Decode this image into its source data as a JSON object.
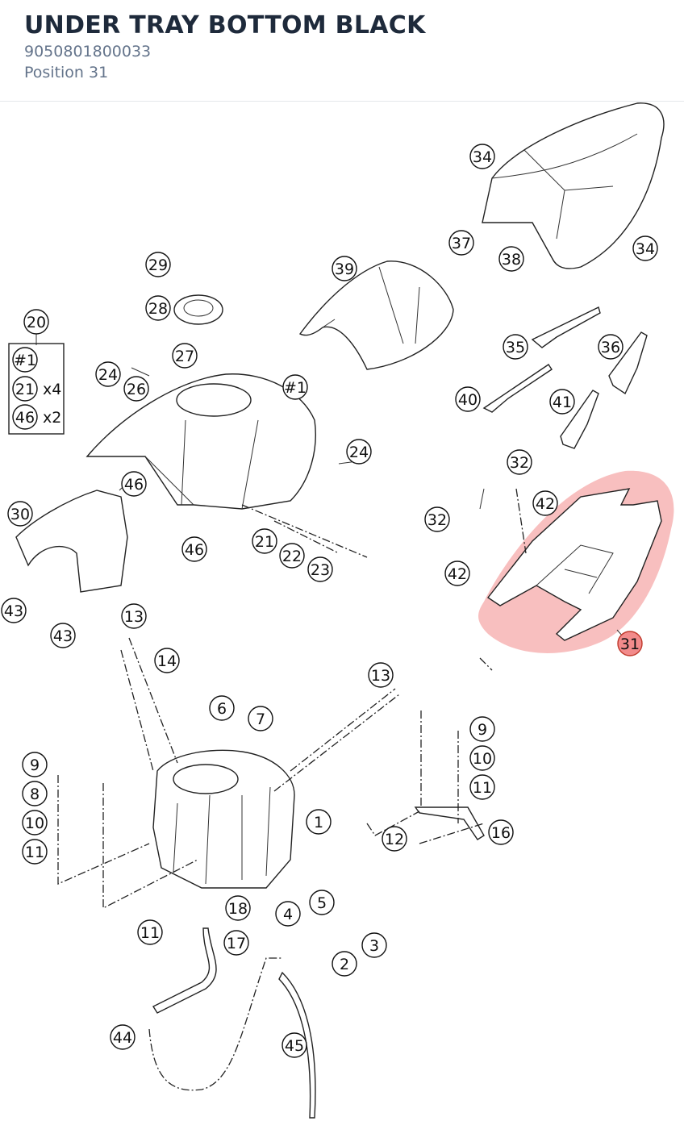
{
  "part": {
    "title": "UNDER TRAY BOTTOM BLACK",
    "number": "9050801800033",
    "position": "Position 31"
  },
  "diagram": {
    "highlight_color": "#f28b8b",
    "callouts": [
      {
        "id": "c34a",
        "text": "34"
      },
      {
        "id": "c34b",
        "text": "34"
      },
      {
        "id": "c37",
        "text": "37"
      },
      {
        "id": "c38",
        "text": "38"
      },
      {
        "id": "c39",
        "text": "39"
      },
      {
        "id": "c29",
        "text": "29"
      },
      {
        "id": "c28",
        "text": "28"
      },
      {
        "id": "c20",
        "text": "20"
      },
      {
        "id": "c27",
        "text": "27"
      },
      {
        "id": "c24a",
        "text": "24"
      },
      {
        "id": "c26",
        "text": "26"
      },
      {
        "id": "c1a",
        "text": "#1"
      },
      {
        "id": "c35",
        "text": "35"
      },
      {
        "id": "c36",
        "text": "36"
      },
      {
        "id": "c40",
        "text": "40"
      },
      {
        "id": "c41",
        "text": "41"
      },
      {
        "id": "c24b",
        "text": "24"
      },
      {
        "id": "c46a",
        "text": "46"
      },
      {
        "id": "c30",
        "text": "30"
      },
      {
        "id": "c46b",
        "text": "46"
      },
      {
        "id": "c21",
        "text": "21"
      },
      {
        "id": "c22",
        "text": "22"
      },
      {
        "id": "c23",
        "text": "23"
      },
      {
        "id": "c32a",
        "text": "32"
      },
      {
        "id": "c42a",
        "text": "42"
      },
      {
        "id": "c32b",
        "text": "32"
      },
      {
        "id": "c42b",
        "text": "42"
      },
      {
        "id": "c31",
        "text": "31"
      },
      {
        "id": "c43a",
        "text": "43"
      },
      {
        "id": "c43b",
        "text": "43"
      },
      {
        "id": "c13a",
        "text": "13"
      },
      {
        "id": "c14",
        "text": "14"
      },
      {
        "id": "c13b",
        "text": "13"
      },
      {
        "id": "c6",
        "text": "6"
      },
      {
        "id": "c7",
        "text": "7"
      },
      {
        "id": "c9a",
        "text": "9"
      },
      {
        "id": "c8",
        "text": "8"
      },
      {
        "id": "c10a",
        "text": "10"
      },
      {
        "id": "c11a",
        "text": "11"
      },
      {
        "id": "c1b",
        "text": "1"
      },
      {
        "id": "c9b",
        "text": "9"
      },
      {
        "id": "c10b",
        "text": "10"
      },
      {
        "id": "c11b",
        "text": "11"
      },
      {
        "id": "c12",
        "text": "12"
      },
      {
        "id": "c16",
        "text": "16"
      },
      {
        "id": "c18",
        "text": "18"
      },
      {
        "id": "c11c",
        "text": "11"
      },
      {
        "id": "c17",
        "text": "17"
      },
      {
        "id": "c4",
        "text": "4"
      },
      {
        "id": "c5",
        "text": "5"
      },
      {
        "id": "c3",
        "text": "3"
      },
      {
        "id": "c2",
        "text": "2"
      },
      {
        "id": "c44",
        "text": "44"
      },
      {
        "id": "c45",
        "text": "45"
      }
    ],
    "kit": {
      "items": [
        {
          "label": "#1",
          "qty": ""
        },
        {
          "label": "21",
          "qty": "x4"
        },
        {
          "label": "46",
          "qty": "x2"
        }
      ]
    }
  }
}
